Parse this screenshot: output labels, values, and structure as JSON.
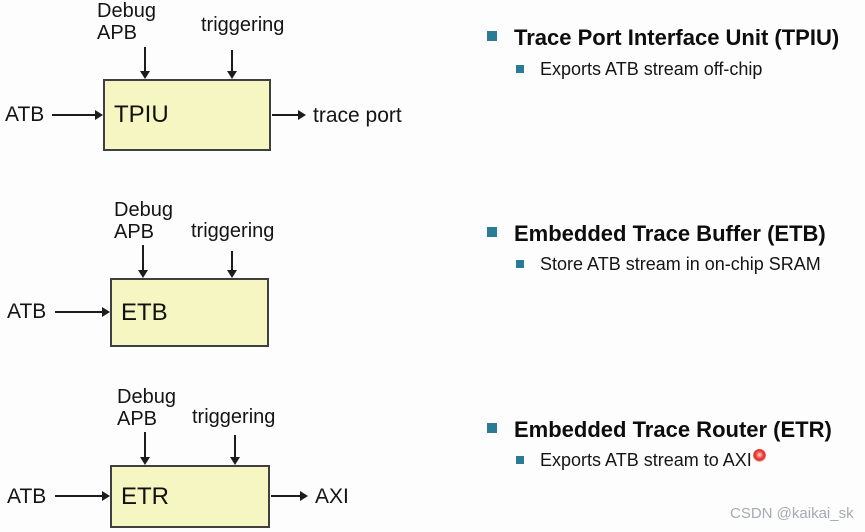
{
  "diagram": {
    "blocks": [
      {
        "name": "TPIU",
        "top_label_1_line1": "Debug",
        "top_label_1_line2": "APB",
        "top_label_2": "triggering",
        "left_label": "ATB",
        "right_label": "trace port"
      },
      {
        "name": "ETB",
        "top_label_1_line1": "Debug",
        "top_label_1_line2": "APB",
        "top_label_2": "triggering",
        "left_label": "ATB"
      },
      {
        "name": "ETR",
        "top_label_1_line1": "Debug",
        "top_label_1_line2": "APB",
        "top_label_2": "triggering",
        "left_label": "ATB",
        "right_label": "AXI"
      }
    ]
  },
  "bullets": [
    {
      "title": "Trace Port Interface Unit (TPIU)",
      "sub": "Exports ATB stream off-chip"
    },
    {
      "title": "Embedded Trace Buffer (ETB)",
      "sub": "Store ATB stream in on-chip SRAM"
    },
    {
      "title": "Embedded Trace Router (ETR)",
      "sub": "Exports ATB stream to AXI"
    }
  ],
  "watermark": "CSDN @kaikai_sk",
  "colors": {
    "block_fill": "#f6f6c2",
    "block_border": "#404040",
    "bullet_square": "#2a7b96",
    "laser_dot": "#e02b22",
    "watermark_text": "#a7aab2",
    "text": "#151515"
  }
}
